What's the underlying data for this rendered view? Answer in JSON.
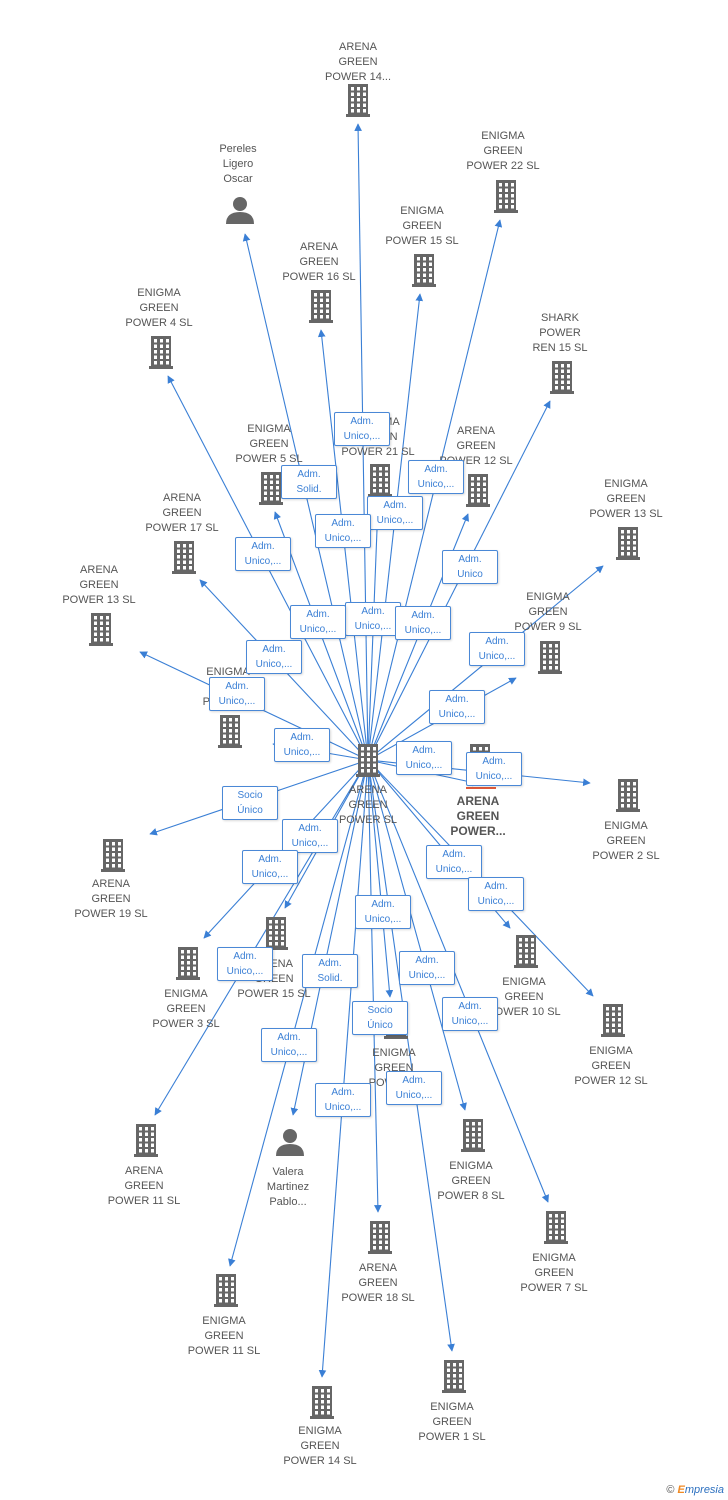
{
  "center": {
    "label": "ARENA\nGREEN\nPOWER  SL"
  },
  "nodes": [
    {
      "id": "n1",
      "type": "company",
      "label": "ARENA\nGREEN\nPOWER 14..."
    },
    {
      "id": "n2",
      "type": "person",
      "label": "Pereles\nLigero\nOscar"
    },
    {
      "id": "n3",
      "type": "company",
      "label": "ENIGMA\nGREEN\nPOWER 22  SL"
    },
    {
      "id": "n4",
      "type": "company",
      "label": "ENIGMA\nGREEN\nPOWER 15  SL"
    },
    {
      "id": "n5",
      "type": "company",
      "label": "ARENA\nGREEN\nPOWER 16  SL"
    },
    {
      "id": "n6",
      "type": "company",
      "label": "ENIGMA\nGREEN\nPOWER 4  SL"
    },
    {
      "id": "n7",
      "type": "company",
      "label": "SHARK\nPOWER\nREN 15  SL"
    },
    {
      "id": "n8",
      "type": "company",
      "label": "ENIGMA\nGREEN\nPOWER 21  SL"
    },
    {
      "id": "n9",
      "type": "company",
      "label": "ENIGMA\nGREEN\nPOWER 5  SL"
    },
    {
      "id": "n10",
      "type": "company",
      "label": "ARENA\nGREEN\nPOWER 12  SL"
    },
    {
      "id": "n11",
      "type": "company",
      "label": "ENIGMA\nGREEN\nPOWER 13  SL"
    },
    {
      "id": "n12",
      "type": "company",
      "label": "ARENA\nGREEN\nPOWER 17  SL"
    },
    {
      "id": "n13",
      "type": "company",
      "label": "ARENA\nGREEN\nPOWER 13  SL"
    },
    {
      "id": "n14",
      "type": "company",
      "label": "ENIGMA\nGREEN\nPOWER 9  SL"
    },
    {
      "id": "n15",
      "type": "company",
      "label": "ENIGMA\nGREEN\nPOWER..."
    },
    {
      "id": "n16",
      "type": "company",
      "label": "ARENA\nGREEN\nPOWER..."
    },
    {
      "id": "n17",
      "type": "company",
      "label": "ENIGMA\nGREEN\nPOWER 2  SL"
    },
    {
      "id": "n18",
      "type": "company",
      "label": "ARENA\nGREEN\nPOWER 19  SL"
    },
    {
      "id": "n19",
      "type": "company",
      "label": "ARENA\nGREEN\nPOWER 15  SL"
    },
    {
      "id": "n20",
      "type": "company",
      "label": "ENIGMA\nGREEN\nPOWER 3  SL"
    },
    {
      "id": "n21",
      "type": "company",
      "label": "ENIGMA\nGREEN\nPOWER 10  SL"
    },
    {
      "id": "n22",
      "type": "company",
      "label": "ENIGMA\nGREEN\nPOWER 12  SL"
    },
    {
      "id": "n23",
      "type": "company",
      "label": "ENIGMA\nGREEN\nPOWER..."
    },
    {
      "id": "n24",
      "type": "company",
      "label": "ARENA\nGREEN\nPOWER 11  SL"
    },
    {
      "id": "n25",
      "type": "person",
      "label": "Valera\nMartinez\nPablo..."
    },
    {
      "id": "n26",
      "type": "company",
      "label": "ENIGMA\nGREEN\nPOWER 8  SL"
    },
    {
      "id": "n27",
      "type": "company",
      "label": "ENIGMA\nGREEN\nPOWER 7  SL"
    },
    {
      "id": "n28",
      "type": "company",
      "label": "ENIGMA\nGREEN\nPOWER 11  SL"
    },
    {
      "id": "n29",
      "type": "company",
      "label": "ARENA\nGREEN\nPOWER 18  SL"
    },
    {
      "id": "n30",
      "type": "company",
      "label": "ENIGMA\nGREEN\nPOWER 1  SL"
    },
    {
      "id": "n31",
      "type": "company",
      "label": "ENIGMA\nGREEN\nPOWER 14  SL"
    }
  ],
  "edges": [
    {
      "to": "n1",
      "label": "Adm.\nUnico,..."
    },
    {
      "to": "n2",
      "label": "Adm.\nSolid."
    },
    {
      "to": "n3",
      "label": "Adm.\nUnico,..."
    },
    {
      "to": "n4",
      "label": "Adm.\nUnico,..."
    },
    {
      "to": "n5",
      "label": "Adm.\nUnico,..."
    },
    {
      "to": "n6",
      "label": "Adm.\nUnico,..."
    },
    {
      "to": "n7",
      "label": "Adm.\nUnico"
    },
    {
      "to": "n8",
      "label": "Adm.\nUnico,..."
    },
    {
      "to": "n9",
      "label": "Adm.\nUnico,..."
    },
    {
      "to": "n10",
      "label": "Adm.\nUnico,..."
    },
    {
      "to": "n11",
      "label": "Adm.\nUnico,..."
    },
    {
      "to": "n12",
      "label": "Adm.\nUnico,..."
    },
    {
      "to": "n14",
      "label": "Adm.\nUnico,..."
    },
    {
      "to": "n15",
      "label": "Adm.\nUnico,..."
    },
    {
      "to": "n16",
      "label": "Adm.\nUnico,..."
    },
    {
      "to": "n17",
      "label": "Adm.\nUnico,..."
    },
    {
      "to": "n18",
      "label": "Socio\nÚnico"
    },
    {
      "to": "n19",
      "label": "Adm.\nUnico,..."
    },
    {
      "to": "n20",
      "label": "Adm.\nUnico,..."
    },
    {
      "to": "n21",
      "label": "Adm.\nUnico,..."
    },
    {
      "to": "n22",
      "label": "Adm.\nUnico,..."
    },
    {
      "to": "n23",
      "label": "Adm.\nUnico,..."
    },
    {
      "to": "n24",
      "label": "Adm.\nUnico,..."
    },
    {
      "to": "n25",
      "label": "Adm.\nSolid."
    },
    {
      "to": "n26",
      "label": "Adm.\nUnico,..."
    },
    {
      "to": "n27",
      "label": "Adm.\nUnico,..."
    },
    {
      "to": "n28",
      "label": "Adm.\nUnico,..."
    },
    {
      "to": "n29",
      "label": "Socio\nÚnico"
    },
    {
      "to": "n30",
      "label": "Adm.\nUnico,..."
    },
    {
      "to": "n31",
      "label": "Adm.\nUnico,..."
    },
    {
      "to": "n13",
      "label": "Adm.\nUnico,..."
    }
  ],
  "colors": {
    "edge": "#3a7fd5",
    "icon": "#666666",
    "highlight_underline": "#e05a3a"
  },
  "footer": {
    "copyright": "©",
    "brand_first": "E",
    "brand_rest": "mpresia"
  }
}
